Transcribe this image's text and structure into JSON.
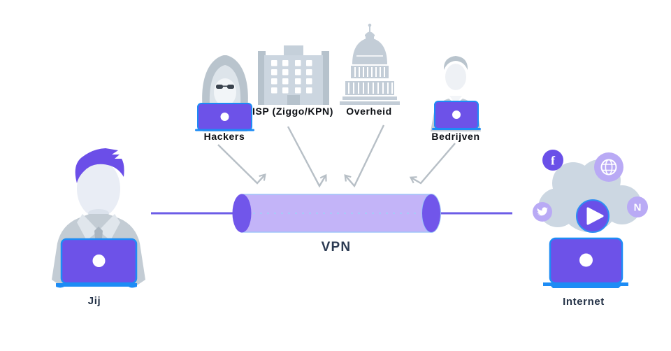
{
  "diagram": {
    "title": "VPN tunnel diagram",
    "labels": {
      "you": "Jij",
      "hackers": "Hackers",
      "isp": "ISP (Ziggo/KPN)",
      "government": "Overheid",
      "companies": "Bedrijven",
      "vpn": "VPN",
      "internet": "Internet"
    },
    "icons": {
      "facebook_letter": "f",
      "netflix_letter": "N"
    },
    "colors": {
      "laptop_purple": "#6d52e8",
      "laptop_border_blue": "#1d8cf5",
      "tunnel_body": "#c3b4f8",
      "tunnel_cap": "#7156ea",
      "wire_purple": "#6c5ce7",
      "arrow_gray": "#b7bfc6",
      "figure_gray": "#c2ccd4",
      "building_gray": "#ccd6e0",
      "cloud_gray": "#ccd7e2",
      "social_purple_light": "#b9aaf5",
      "label_black": "#0c0f14",
      "label_navy": "#243247"
    }
  }
}
